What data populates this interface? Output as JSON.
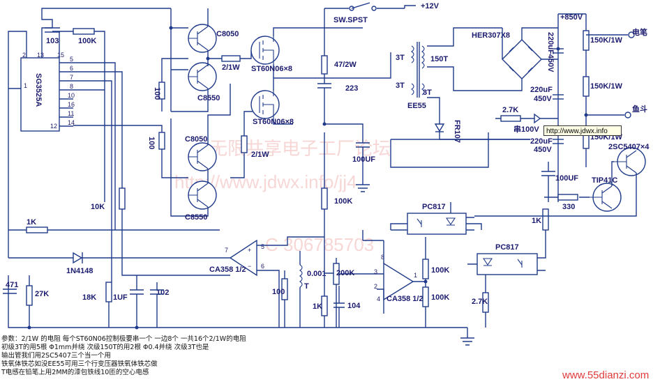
{
  "ic": {
    "name": "SG3525A",
    "pins": [
      "2",
      "13",
      "15",
      "1",
      "5",
      "6",
      "7",
      "8",
      "16",
      "10",
      "11",
      "14",
      "12"
    ]
  },
  "labels": {
    "c103": "103",
    "r100k_top": "100K",
    "c8050_a": "C8050",
    "c8550_a": "C8550",
    "r2w_a": "2/1W",
    "r100_a": "100",
    "mos_a": "ST60N06×8",
    "c8050_b": "C8050",
    "c8550_b": "C8550",
    "r100_b": "100",
    "r2w_b": "2/1W",
    "mos_b": "ST60N06×8",
    "r10k": "10K",
    "r1k_a": "1K",
    "d1n4148": "1N4148",
    "c471": "471",
    "r27k": "27K",
    "r18k": "18K",
    "c1uf": "1UF",
    "c102": "102",
    "ca358_a": "CA358 1/2",
    "r100_c": "100",
    "t001": "0.001",
    "t_label": "T",
    "r200k": "200K",
    "r1k_b": "1K",
    "c104": "104",
    "ca358_b": "CA358 1/2",
    "r100k_a": "100K",
    "r100k_b": "100K",
    "pc817_a": "PC817",
    "pc817_b": "PC817",
    "r27k_b": "2.7K",
    "r1k_c": "1K",
    "sw": "SW.SPST",
    "plus12": "+12V",
    "r47": "47/2W",
    "c223": "223",
    "t3t_a": "3T",
    "t3t_b": "3T",
    "t3t_c": "3T",
    "t150t": "150T",
    "ee55": "EE55",
    "her": "HER307X8",
    "fr107": "FR107",
    "c100uf_a": "100UF",
    "plus850": "+850V",
    "c220_a": "220uF450V",
    "c220_b": "220uF",
    "c220_b2": "450V",
    "c220_c": "220uF",
    "c220_c2": "450V",
    "r150k_a": "150K/1W",
    "r150k_b": "150K/1W",
    "r150k_c": "150K/1W",
    "r27k_c": "2.7K",
    "zener": "串100V",
    "tr2sc": "2SC5407×4",
    "tip41c": "TIP41C",
    "c100uf_b": "100UF",
    "r330": "330",
    "out_pen": "电笔",
    "out_fish": "鱼斗",
    "pin_vals": [
      "3",
      "2",
      "4",
      "8",
      "1",
      "7",
      "5",
      "6"
    ]
  },
  "tooltip": "http://www.jdwx.info",
  "site": "www.55dianzi.com",
  "watermarks": [
    "无限共享电子工厂论坛",
    "http://www.jdwx.info/jj4",
    "C 306785703"
  ],
  "notes": [
    "参数：2/1W 的电阻  每个ST60N06控制极要串一个  一边8个  一共16个2/1W的电阻",
    "初级3T的用5根 Φ1mm并绕  次级150T的用2根 Φ0.4并绕  次级3T也是",
    "输出管我们用2SC5407三个当一个用",
    "铁氧体铁芯如没EE55可用三个行变压器铁氧体铁芯做",
    "T电感在铅笔上用2MM的漆包铁线10匝的空心电感"
  ]
}
